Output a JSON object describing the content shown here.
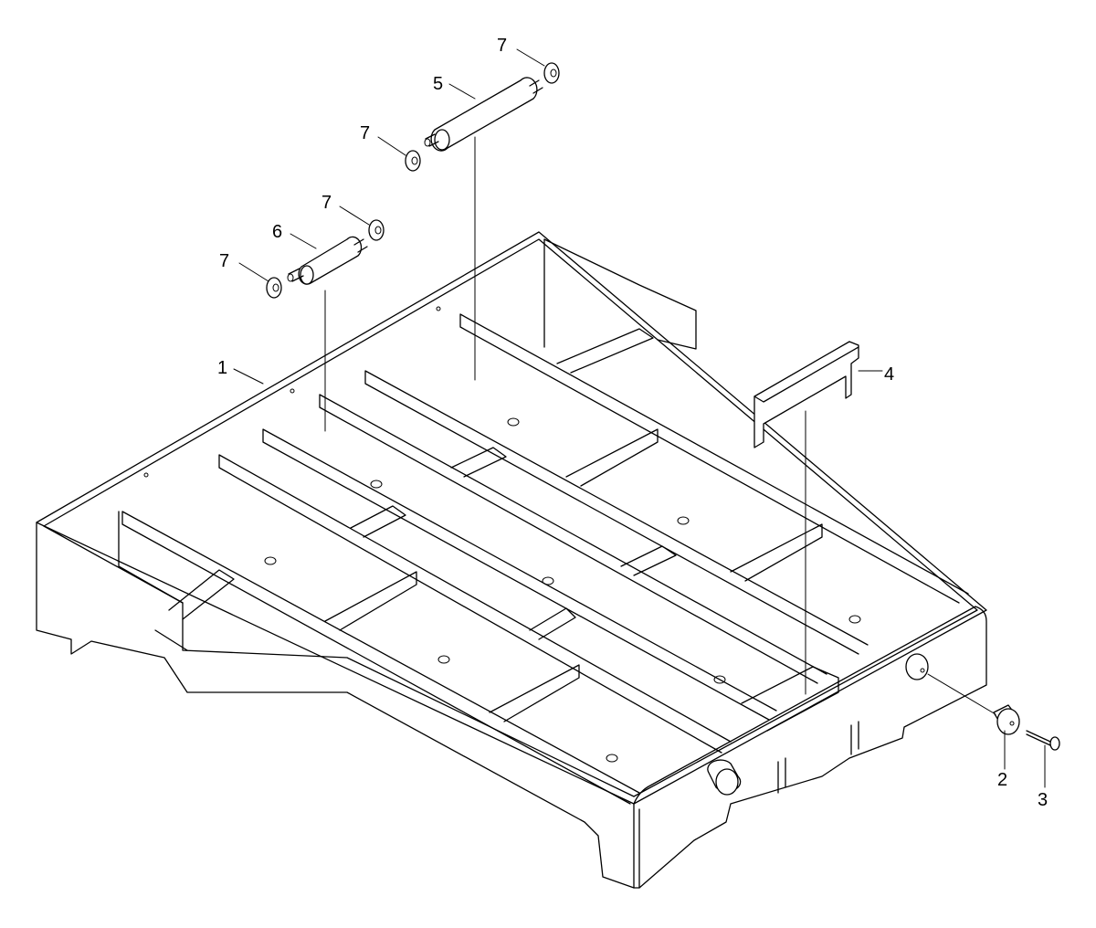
{
  "diagram": {
    "type": "exploded-parts-view",
    "callouts": [
      {
        "id": "tray",
        "label": "1"
      },
      {
        "id": "foot-2",
        "label": "2"
      },
      {
        "id": "screw",
        "label": "3"
      },
      {
        "id": "guide",
        "label": "4"
      },
      {
        "id": "roller-long",
        "label": "5"
      },
      {
        "id": "roller-short",
        "label": "6"
      },
      {
        "id": "washer-a",
        "label": "7"
      },
      {
        "id": "washer-b",
        "label": "7"
      },
      {
        "id": "washer-c",
        "label": "7"
      },
      {
        "id": "washer-d",
        "label": "7"
      }
    ]
  }
}
